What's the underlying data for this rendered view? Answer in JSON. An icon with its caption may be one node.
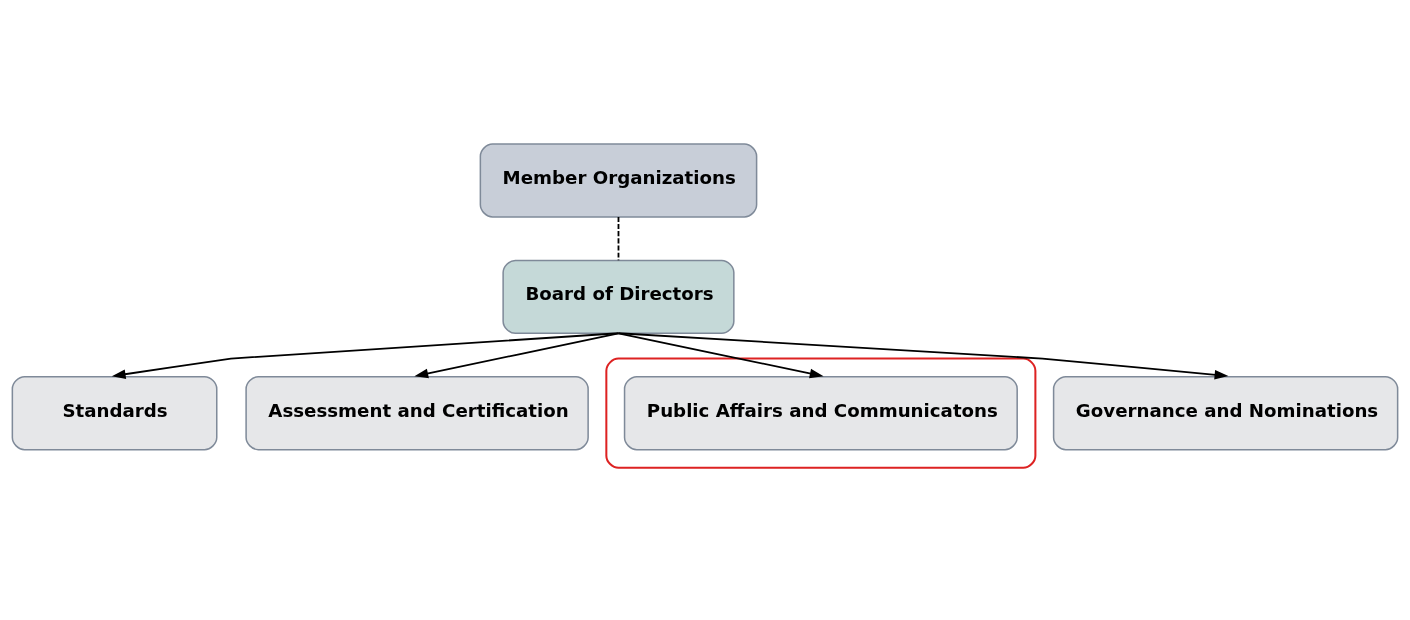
{
  "diagram": {
    "nodes": [
      {
        "text": [
          "Member Organizations"
        ]
      },
      {
        "text": [
          "Board of Directors"
        ]
      },
      {
        "text": [
          "Standards"
        ]
      },
      {
        "text": [
          "Assessment and Certification"
        ]
      },
      {
        "text": [],
        "shape": "ellipse"
      },
      {
        "text": [
          "Public Affairs and Communicatons"
        ],
        "in": 4
      },
      {
        "text": [
          "Governance and Nominations"
        ]
      }
    ],
    "edges": [
      {
        "from": 0,
        "to": 1,
        "arrow": "none",
        "style": "dashed"
      },
      {
        "from": 1,
        "to": 2,
        "arrow": "to"
      },
      {
        "from": 1,
        "to": 3,
        "arrow": "to"
      },
      {
        "from": 1,
        "to": 5,
        "arrow": "to"
      },
      {
        "from": 1,
        "to": 6,
        "arrow": "to"
      }
    ]
  }
}
